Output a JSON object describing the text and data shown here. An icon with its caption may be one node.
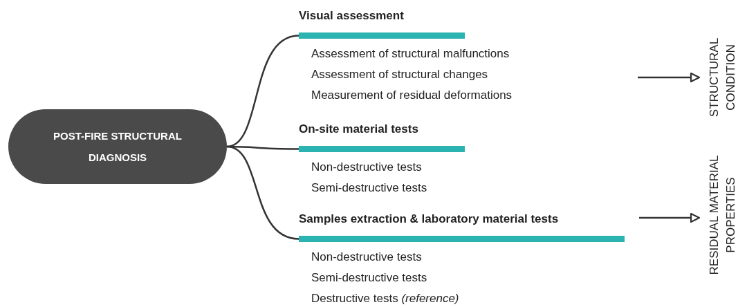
{
  "diagram": {
    "nodes": [
      {
        "text": [
          "POST-FIRE STRUCTURAL DIAGNOSIS"
        ]
      },
      {
        "text": [
          "Visual assessment"
        ],
        "beside": [
          "Assessment of structural malfunctions",
          "Assessment of structural changes",
          "Measurement of residual deformations"
        ]
      },
      {
        "text": [
          "On-site material tests"
        ],
        "beside": [
          "Non-destructive tests",
          "Semi-destructive tests"
        ]
      },
      {
        "text": [
          "Samples extraction & laboratory material tests"
        ],
        "beside": [
          "Non-destructive tests",
          "Semi-destructive tests",
          "Destructive tests *(reference)*"
        ]
      },
      {
        "text": [
          "STRUCTURAL CONDITION"
        ]
      },
      {
        "text": [
          "RESIDUAL MATERIAL PROPERTIES"
        ]
      }
    ],
    "edges": [
      {
        "from": 0,
        "to": 1,
        "arrow": "none"
      },
      {
        "from": 0,
        "to": 2,
        "arrow": "none"
      },
      {
        "from": 0,
        "to": 3,
        "arrow": "none"
      },
      {
        "from": null,
        "to": 4,
        "arrow": "to"
      },
      {
        "from": null,
        "to": 5,
        "arrow": "to"
      }
    ]
  }
}
